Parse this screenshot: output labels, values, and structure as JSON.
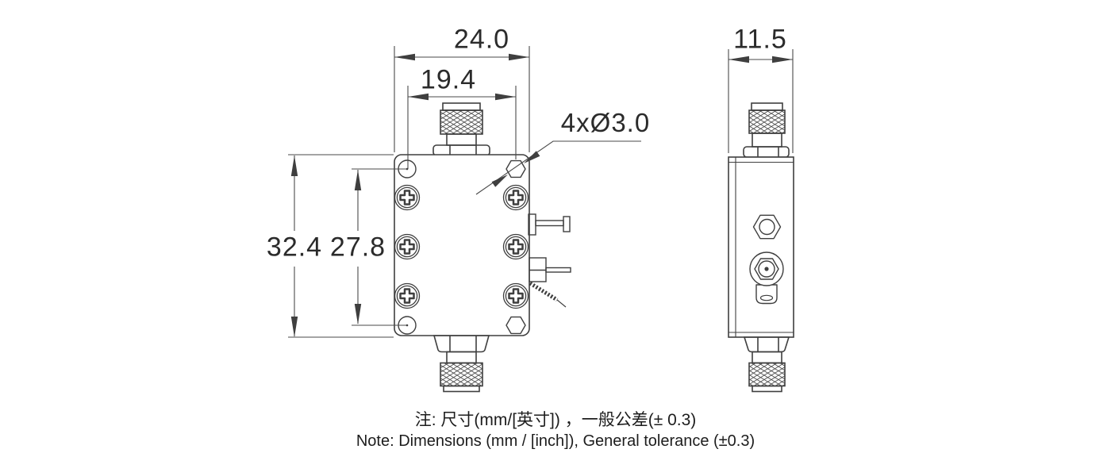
{
  "front_view": {
    "dim_width_outer": "24.0",
    "dim_width_inner": "19.4",
    "dim_height_outer": "32.4",
    "dim_height_inner": "27.8",
    "holes_label": "4xØ3.0"
  },
  "side_view": {
    "dim_depth": "11.5"
  },
  "notes": {
    "zh": "注: 尺寸(mm/[英寸]) ，一般公差(± 0.3)",
    "en": "Note: Dimensions (mm / [inch]), General tolerance (±0.3)"
  },
  "colors": {
    "line": "#3f3f3f",
    "dim_line": "#4a4a4a",
    "text": "#2b2b2b",
    "background": "#ffffff"
  }
}
